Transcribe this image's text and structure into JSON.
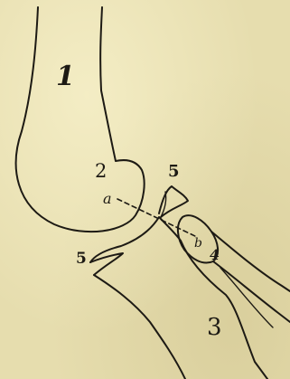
{
  "labels": {
    "bone_1": "1",
    "condyle_2": "2",
    "point_a": "a",
    "point_b": "b",
    "bone_4": "4",
    "bone_3": "3",
    "ligament_5": "5"
  },
  "colors": {
    "paper": "#e6ddae",
    "ink": "#1d1a14"
  }
}
